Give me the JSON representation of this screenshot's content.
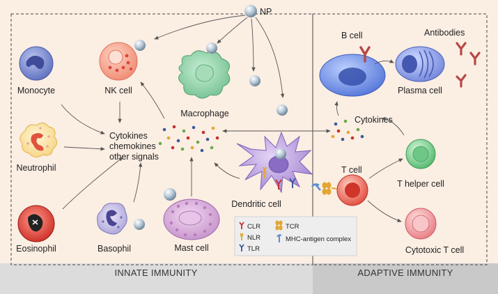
{
  "labels": {
    "np": "NP",
    "monocyte": "Monocyte",
    "nk_cell": "NK cell",
    "macrophage": "Macrophage",
    "neutrophil": "Neutrophil",
    "eosinophil": "Eosinophil",
    "basophil": "Basophil",
    "mast_cell": "Mast cell",
    "dendritic_cell": "Dendritic cell",
    "signals_line1": "Cytokines",
    "signals_line2": "chemokines",
    "signals_line3": "other signals",
    "b_cell": "B cell",
    "plasma_cell": "Plasma cell",
    "antibodies": "Antibodies",
    "cytokines": "Cytokines",
    "t_cell": "T cell",
    "t_helper_cell": "T helper cell",
    "cytotoxic_t_cell": "Cytotoxic T cell"
  },
  "legend": {
    "clr": "CLR",
    "nlr": "NLR",
    "tlr": "TLR",
    "tcr": "TCR",
    "mhc": "MHC-antigen complex"
  },
  "sections": {
    "innate": "INNATE IMMUNITY",
    "adaptive": "ADAPTIVE IMMUNITY"
  },
  "colors": {
    "background": "#fbeee3",
    "band_innate": "#dcdcdc",
    "band_adaptive": "#c9c9c9",
    "nanoparticle": "#b9cad6"
  },
  "icons": {
    "nanoparticle": "sphere",
    "clr": "y-receptor",
    "nlr": "rod-receptor",
    "tlr": "y-receptor",
    "tcr": "double-oval",
    "mhc": "hook-receptor",
    "antibody": "y-shape"
  }
}
